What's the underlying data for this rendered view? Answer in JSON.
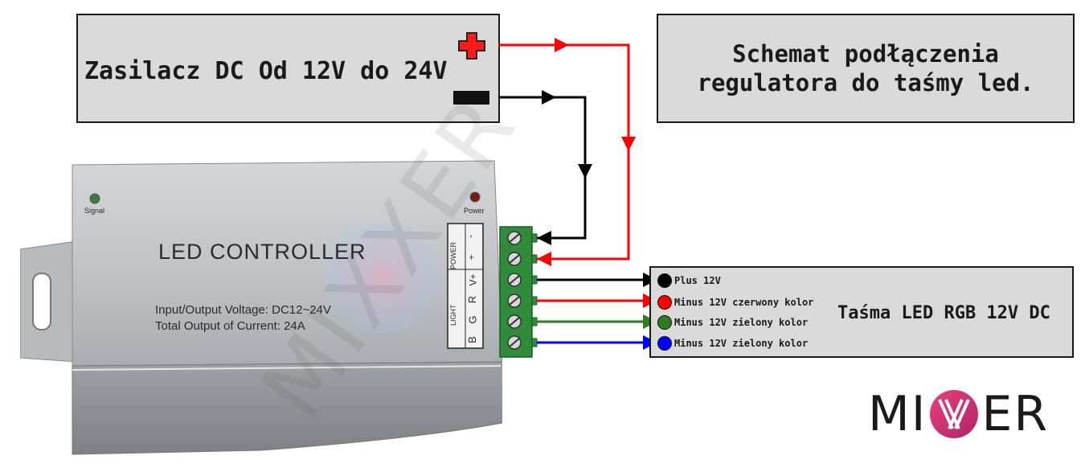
{
  "power_supply": {
    "label": "Zasilacz DC Od 12V do 24V",
    "plus_icon": "plus-icon",
    "minus_icon": "minus-icon"
  },
  "title": {
    "line1": "Schemat podłączenia",
    "line2": "regulatora do taśmy led."
  },
  "controller": {
    "title": "LED CONTROLLER",
    "spec_line1": "Input/Output Voltage:  DC12~24V",
    "spec_line2": "Total Output of Current: 24A",
    "signal_label": "Signal",
    "power_label": "Power",
    "terminal_power_group": "POWER",
    "terminal_light_group": "LIGHT",
    "terminal_labels": [
      "-",
      "+",
      "V+",
      "R",
      "G",
      "B"
    ]
  },
  "led_strip": {
    "label": "Taśma LED RGB 12V DC",
    "pins": [
      {
        "text": "Plus 12V",
        "color": "#000000"
      },
      {
        "text": "Minus 12V czerwony kolor",
        "color": "#ff0000"
      },
      {
        "text": "Minus 12V zielony kolor",
        "color": "#2e7d1f"
      },
      {
        "text": "Minus 12V zielony kolor",
        "color": "#0000ff"
      }
    ]
  },
  "wires": {
    "red": "#ff0000",
    "black": "#000000",
    "green": "#2e7d1f",
    "blue": "#0000ff"
  },
  "brand": {
    "left": "MI",
    "right": "ER",
    "watermark": "MIXXER"
  }
}
